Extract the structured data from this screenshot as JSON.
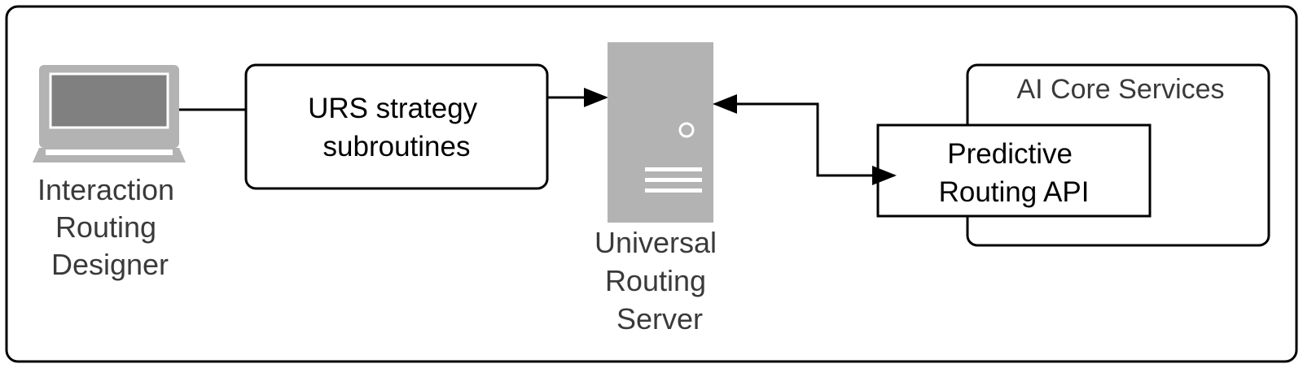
{
  "diagram": {
    "designer": {
      "label_lines": [
        "Interaction",
        "Routing",
        "Designer"
      ],
      "icon": "laptop-icon"
    },
    "subroutines": {
      "label_lines": [
        "URS strategy",
        "subroutines"
      ]
    },
    "server": {
      "label_lines": [
        "Universal",
        "Routing",
        "Server"
      ],
      "icon": "server-tower-icon"
    },
    "ai_core": {
      "title": "AI Core Services"
    },
    "predictive": {
      "label_lines": [
        "Predictive",
        "Routing API"
      ]
    },
    "colors": {
      "outline": "#000000",
      "icon_gray": "#b3b3b3",
      "label_gray": "#3a3a3a",
      "screen_dark": "#808080"
    }
  }
}
